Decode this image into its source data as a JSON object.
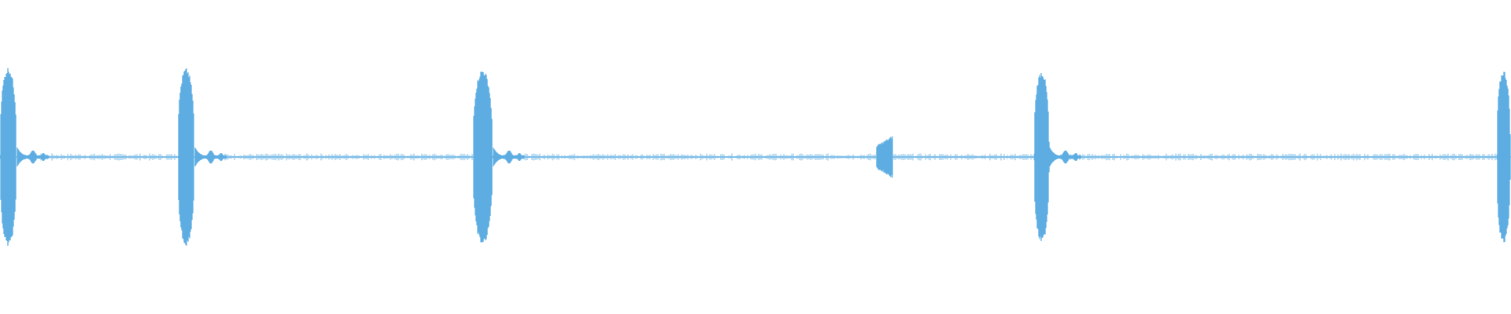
{
  "waveform": {
    "color": "#5dade2",
    "background": "#ffffff",
    "bursts": [
      {
        "type": "full",
        "amplitude": 0.97
      },
      {
        "type": "full",
        "amplitude": 0.96
      },
      {
        "type": "full",
        "amplitude": 0.95
      },
      {
        "type": "small",
        "amplitude": 0.23
      },
      {
        "type": "full",
        "amplitude": 0.93
      },
      {
        "type": "partial",
        "amplitude": 0.94
      }
    ]
  }
}
